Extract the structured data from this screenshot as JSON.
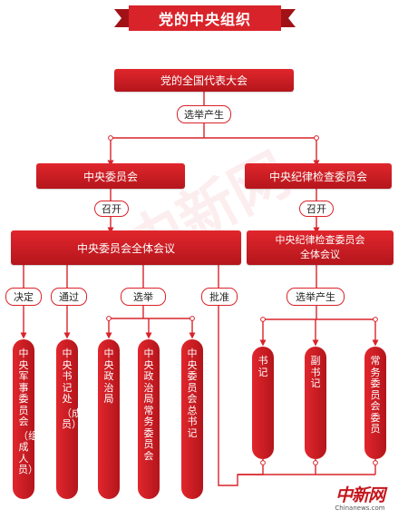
{
  "title": "党的中央组织",
  "congress": "党的全国代表大会",
  "elect_produce": "选举产生",
  "central_committee": "中央委员会",
  "discipline_commission": "中央纪律检查委员会",
  "convene_left": "召开",
  "convene_right": "召开",
  "plenary_left": "中央委员会全体会议",
  "plenary_right_line1": "中央纪律检查委员会",
  "plenary_right_line2": "全体会议",
  "actions": {
    "decide": "决定",
    "approve_pass": "通过",
    "elect": "选举",
    "ratify": "批准",
    "elect_produce_right": "选举产生"
  },
  "left_organs": [
    {
      "label": "中央军事委员会",
      "note": "（组成人员）"
    },
    {
      "label": "中央书记处",
      "note": "（成员）"
    },
    {
      "label": "中央政治局",
      "note": ""
    },
    {
      "label": "中央政治局常务委员会",
      "note": ""
    },
    {
      "label": "中央委员会总书记",
      "note": ""
    }
  ],
  "right_organs": [
    {
      "label": "书记"
    },
    {
      "label": "副书记"
    },
    {
      "label": "常务委员会委员"
    }
  ],
  "logo": {
    "mark": "中新网",
    "site": "Chinanews.com"
  },
  "watermark": "中新网",
  "colors": {
    "primary": "#c4161c",
    "line": "#d9232a",
    "background": "#ffffff"
  }
}
